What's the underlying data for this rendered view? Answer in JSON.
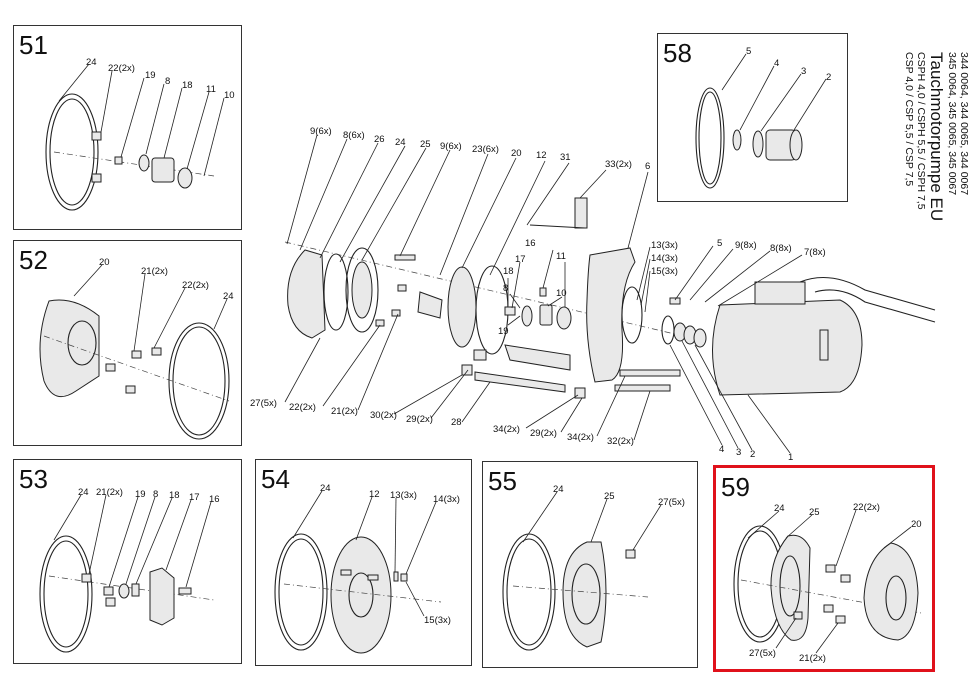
{
  "title_block": {
    "code_line1": "344 0064, 344 0065, 344 0067",
    "code_line2": "345 0064, 345 0065, 345 0067",
    "main_title": "Tauchmotorpumpe EU",
    "model_line1": "CSPH 4,0 / CSPH 5,5 / CSPH 7,5",
    "model_line2": "CSP 4,0  /  CSP 5,5  /  CSP 7,5"
  },
  "boxes": {
    "b51": {
      "number": "51",
      "labels": [
        "24",
        "22(2x)",
        "19",
        "8",
        "18",
        "11",
        "10"
      ]
    },
    "b52": {
      "number": "52",
      "labels": [
        "20",
        "21(2x)",
        "22(2x)",
        "24"
      ]
    },
    "b53": {
      "number": "53",
      "labels": [
        "24",
        "21(2x)",
        "19",
        "8",
        "18",
        "17",
        "16"
      ]
    },
    "b54": {
      "number": "54",
      "labels": [
        "24",
        "12",
        "13(3x)",
        "14(3x)",
        "15(3x)"
      ]
    },
    "b55": {
      "number": "55",
      "labels": [
        "24",
        "25",
        "27(5x)"
      ]
    },
    "b58": {
      "number": "58",
      "labels": [
        "5",
        "4",
        "3",
        "2"
      ]
    },
    "b59": {
      "number": "59",
      "labels": [
        "24",
        "25",
        "22(2x)",
        "20",
        "27(5x)",
        "21(2x)"
      ]
    }
  },
  "main": {
    "labels_top": [
      "9(6x)",
      "8(6x)",
      "26",
      "24",
      "25",
      "9(6x)",
      "23(6x)",
      "20",
      "12",
      "31",
      "33(2x)",
      "6"
    ],
    "labels_mid": [
      "17",
      "16",
      "11",
      "18",
      "8",
      "10",
      "19"
    ],
    "labels_right": [
      "13(3x)",
      "14(3x)",
      "15(3x)",
      "5",
      "9(8x)",
      "8(8x)",
      "7(8x)"
    ],
    "labels_bottom": [
      "27(5x)",
      "22(2x)",
      "21(2x)",
      "30(2x)",
      "29(2x)",
      "28",
      "34(2x)",
      "29(2x)",
      "34(2x)",
      "32(2x)",
      "4",
      "3",
      "2",
      "1"
    ]
  },
  "highlight_color": "#e0111b"
}
